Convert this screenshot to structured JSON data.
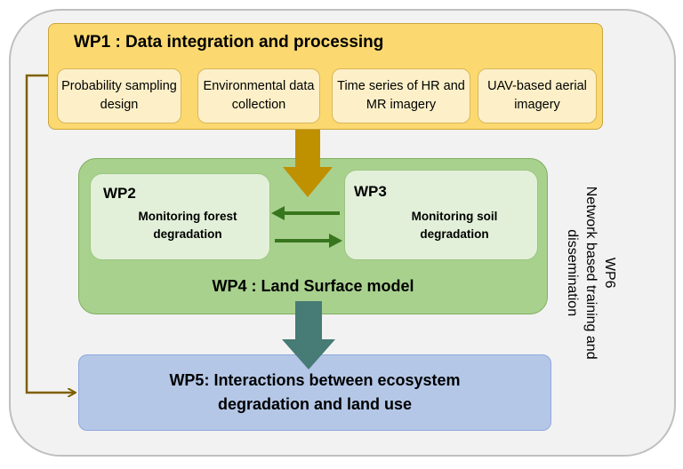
{
  "wp1": {
    "title": "WP1 : Data integration and processing",
    "items": [
      "Probability sampling design",
      "Environmental data collection",
      "Time series of HR and MR imagery",
      "UAV-based aerial imagery"
    ]
  },
  "wp2": {
    "title": "WP2",
    "subtitle": "Monitoring forest degradation"
  },
  "wp3": {
    "title": "WP3",
    "subtitle": "Monitoring soil degradation"
  },
  "wp4": {
    "title": "WP4 : Land Surface model"
  },
  "wp5": {
    "title": "WP5: Interactions between ecosystem degradation and land use"
  },
  "wp6": {
    "title": "WP6",
    "subtitle": "Network based training and dissemination"
  },
  "colors": {
    "wp1_fill": "#fbd970",
    "wp4_fill": "#a9d18e",
    "wp5_fill": "#b4c7e7",
    "arrow_gold": "#bf9000",
    "arrow_teal": "#477b75",
    "arrow_green": "#38761d",
    "connector_brown": "#7f6000"
  }
}
